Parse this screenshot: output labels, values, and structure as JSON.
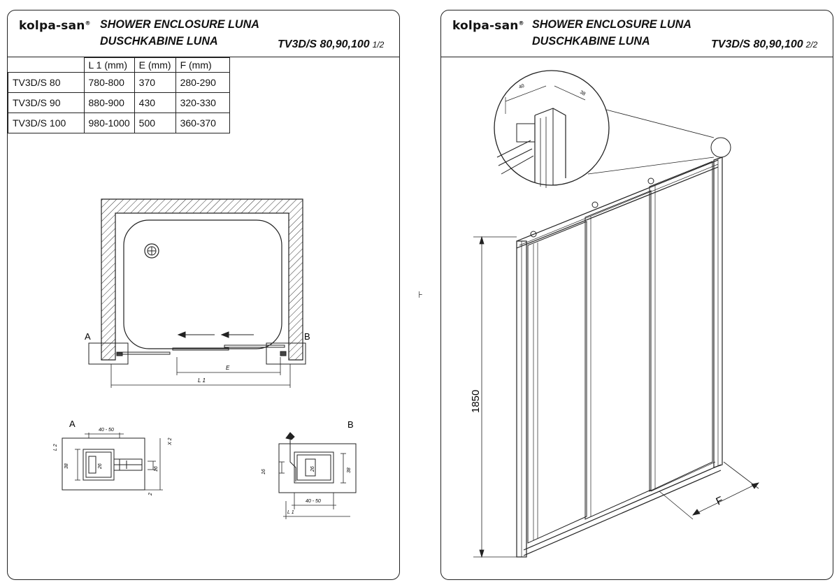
{
  "brand": {
    "logo": "kolpa-san"
  },
  "sheets": [
    {
      "title_en": "SHOWER ENCLOSURE LUNA",
      "title_de": "DUSCHKABINE  LUNA",
      "model_code": "TV3D/S 80,90,100",
      "page": "1/2",
      "table": {
        "headers": [
          "",
          "L 1  (mm)",
          "E (mm)",
          "F (mm)"
        ],
        "rows": [
          [
            "TV3D/S 80",
            "780-800",
            "370",
            "280-290"
          ],
          [
            "TV3D/S 90",
            "880-900",
            "430",
            "320-330"
          ],
          [
            "TV3D/S 100",
            "980-1000",
            "500",
            "360-370"
          ]
        ]
      },
      "plan": {
        "label_a": "A",
        "label_b": "B",
        "dim_e": "E",
        "dim_l1": "L 1"
      },
      "detail_a": {
        "label": "A",
        "dim_width": "40 - 50",
        "dim_l2": "L 2",
        "dim_38": "38",
        "dim_26": "26",
        "dim_16": "16",
        "dim_x2": "X 2",
        "dim_2": "2"
      },
      "detail_b": {
        "label": "B",
        "dim_16": "16",
        "dim_26": "26",
        "dim_38": "38",
        "dim_width": "40 - 50",
        "dim_l1": "L 1"
      }
    },
    {
      "title_en": "SHOWER ENCLOSURE LUNA",
      "title_de": "DUSCHKABINE  LUNA",
      "model_code": "TV3D/S 80,90,100",
      "page": "2/2",
      "detail": {
        "dim_40": "40",
        "dim_38": "38"
      },
      "dim_height": "1850",
      "dim_f": "F"
    }
  ],
  "stray_mark": "⊦"
}
